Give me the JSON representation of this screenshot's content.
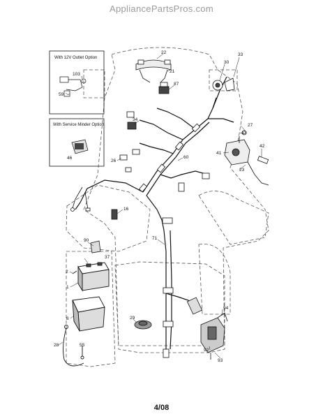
{
  "watermark": "AppliancePartsPros.com",
  "options": {
    "outlet_title": "With 12V Outlet Option",
    "minder_title": "With Service Minder Option"
  },
  "callouts": {
    "c22": "22",
    "c21": "21",
    "c33": "33",
    "c30": "30",
    "c87": "87",
    "c103": "103",
    "c59": "59",
    "c46": "46",
    "c34": "34",
    "c27": "27",
    "c43": "43",
    "c41": "41",
    "c42": "42",
    "c26": "26",
    "c60": "60",
    "c23": "23",
    "c16": "16",
    "c90": "90",
    "c71": "71",
    "c2": "2",
    "c37": "37",
    "c1": "1",
    "c8": "8",
    "c29": "29",
    "c94": "94",
    "c28": "28",
    "c55": "55",
    "c92": "92",
    "c93": "93"
  },
  "page_number": "4/08"
}
